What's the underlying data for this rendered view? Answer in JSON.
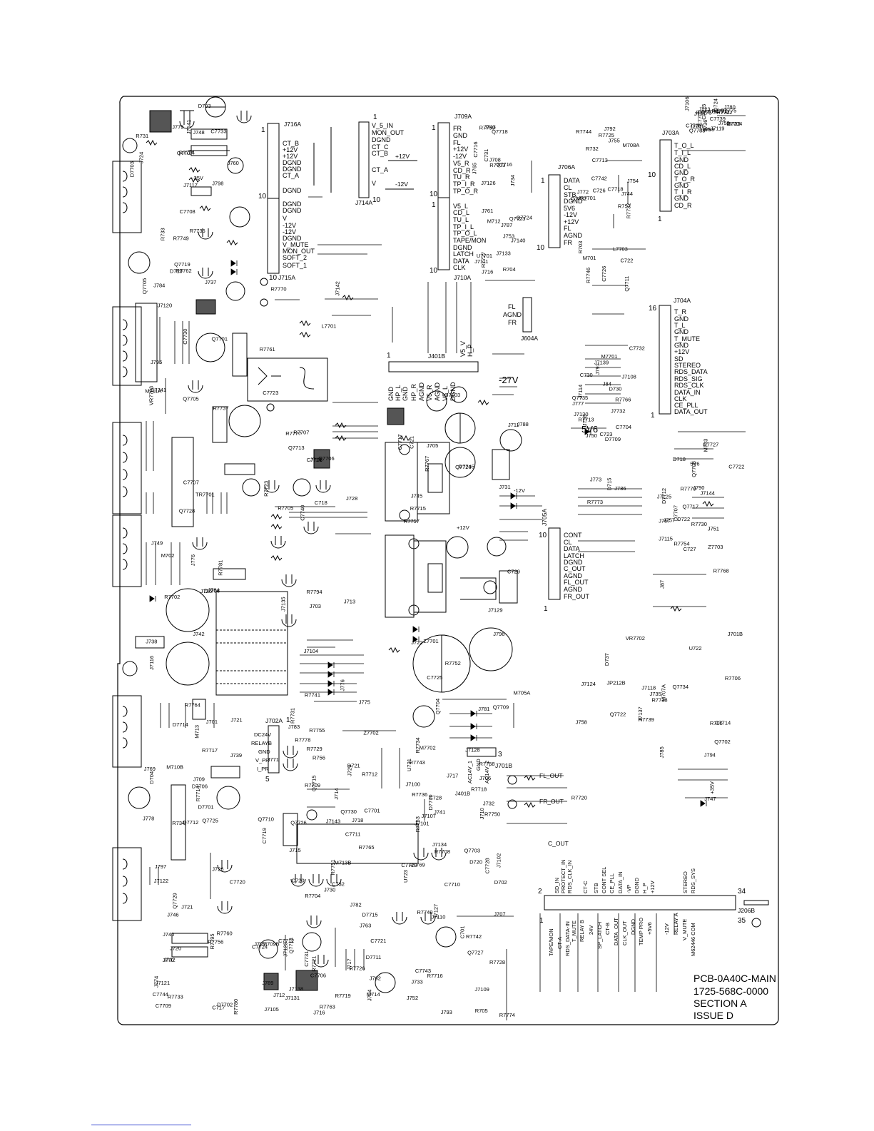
{
  "board": {
    "title_lines": [
      "PCB-0A40C-MAIN",
      "1725-568C-0000",
      "SECTION A",
      "ISSUE D"
    ]
  },
  "connectors": {
    "J716A": {
      "name": "J716A",
      "pin_first": "1",
      "pin_mid": "10",
      "pins": [
        "CT_B",
        "+12V",
        "+12V",
        "DGND",
        "DGND",
        "CT_A",
        "",
        "",
        "DGND"
      ]
    },
    "J715A": {
      "name": "J715A",
      "pin_last": "10",
      "pins": [
        "DGND",
        "DGND",
        "V",
        "-12V",
        "-12V",
        "DGND",
        "V_MUTE",
        "MON_OUT",
        "SOFT_2",
        "SOFT_1"
      ]
    },
    "J714A": {
      "name": "J714A",
      "pin_first": "1",
      "pin_last": "10",
      "pins": [
        "V_5_IN",
        "MON_OUT",
        "DGND",
        "CT_C",
        "CT_B",
        "",
        "CT_A",
        "",
        "V"
      ]
    },
    "J709A": {
      "name": "J709A",
      "pin_first": "1",
      "pin_mid": "10",
      "pins": [
        "FR",
        "GND",
        "FL",
        "+12V",
        "-12V",
        "V5_R",
        "CD_R",
        "TU_R",
        "TP_I_R",
        "TP_O_R"
      ]
    },
    "J710A": {
      "name": "J710A",
      "pin_first": "1",
      "pin_last": "10",
      "pins": [
        "V5_L",
        "CD_L",
        "TU_L",
        "TP_I_L",
        "TP_O_L",
        "TAPE/MON",
        "DGND",
        "LATCH",
        "DATA",
        "CLK"
      ]
    },
    "J706A": {
      "name": "J706A",
      "pin_first": "1",
      "pin_last": "10",
      "pins": [
        "DATA",
        "CL",
        "STB",
        "DGND",
        "5V6",
        "-12V",
        "+12V",
        "FL",
        "AGND",
        "FR"
      ]
    },
    "J703A": {
      "name": "J703A",
      "pin_first": "10",
      "pin_last": "1",
      "pins": [
        "T_O_L",
        "T_I_L",
        "GND",
        "CD_L",
        "GND",
        "T_O_R",
        "GND",
        "T_I_R",
        "GND",
        "CD_R"
      ]
    },
    "J704A": {
      "name": "J704A",
      "pin_first": "16",
      "pin_last": "1",
      "pins": [
        "T_R",
        "GND",
        "T_L",
        "GND",
        "T_MUTE",
        "GND",
        "+12V",
        "SD",
        "STEREO",
        "RDS_DATA",
        "RDS_SIG",
        "RDS_CLK",
        "DATA_IN",
        "CLK",
        "CE_PLL",
        "DATA_OUT"
      ]
    },
    "J705A": {
      "name": "J705A",
      "pin_first": "10",
      "pin_last": "1",
      "pins": [
        "CONT",
        "CL",
        "DATA",
        "LATCH",
        "DGND",
        "C_OUT",
        "AGND",
        "FL_OUT",
        "AGND",
        "FR_OUT"
      ]
    },
    "J401B": {
      "name": "J401B",
      "pin_first": "1",
      "pins": [
        "GND",
        "HP_L",
        "GND",
        "HP_R",
        "AGND",
        "V5_R",
        "AGND",
        "V5_L",
        "DGND"
      ],
      "side_labels": [
        "V5_V",
        "H_P"
      ]
    },
    "J604A": {
      "name": "J604A",
      "pins": [
        "FL",
        "AGND",
        "FR"
      ]
    },
    "J702A": {
      "name": "J702A",
      "pin_first": "1",
      "pin_last": "5",
      "pins": [
        "DC24V",
        "RELAYB",
        "GND",
        "V_PR",
        "I_PR"
      ]
    },
    "J701B": {
      "name": "J701B",
      "pin_last": "3",
      "pins": [
        "AC14V_1",
        "GND",
        "AC14V_2"
      ]
    },
    "J206B": {
      "name": "J206B",
      "pin_first": "2",
      "pin_end": "34",
      "pin_bottom_first": "1",
      "pin_bottom_end": "35",
      "top_pins": [
        "SD_IN",
        "PROTECT_IN",
        "RDS_CLK_IN",
        "CT-C",
        "STB",
        "CONT SEL",
        "CE_PLL",
        "DATA_IN",
        "-VP",
        "DGND",
        "H_P",
        "+12V",
        "STEREO",
        "RDS_SYS"
      ],
      "bottom_pins": [
        "TAPE/MON",
        "CT-A",
        "RDS_DATA-IN",
        "T_MUTE",
        "RELAY B",
        "24V",
        "SP_LATCH",
        "CT-B",
        "DATA_OUT",
        "CLK_OUT",
        "DGND",
        "TEMP PRO",
        "+5V6",
        "-12V",
        "RELAY A",
        "V_MUTE",
        "M62446 COM"
      ]
    }
  },
  "component_labels": [
    "C7708",
    "VR7703",
    "Q7712",
    "C7709",
    "Q7706",
    "Q7726",
    "R7751",
    "R7745",
    "R7758",
    "R7742",
    "R7759",
    "Q7711",
    "R7713",
    "C7722",
    "R7739",
    "R7722",
    "Q7705",
    "Q7705",
    "D7706",
    "R7733",
    "R7707",
    "C7719",
    "J7131",
    "Q7720",
    "R7718",
    "R7728",
    "C7716",
    "R7725",
    "J7130",
    "Z7703",
    "R7706",
    "C7715",
    "Q7719",
    "C7707",
    "M710B",
    "M709B",
    "J7135",
    "R7765",
    "M714",
    "J7129",
    "J7128",
    "J7127",
    "J7126",
    "L7703",
    "R7773",
    "J7125",
    "M707A",
    "Q7733",
    "R7762",
    "TR7701",
    "J7122",
    "J7123",
    "R7761",
    "Q7730",
    "R7719",
    "C7725",
    "R7734",
    "R7769",
    "J7133",
    "M708A",
    "M7701",
    "D7707",
    "J7124",
    "R7776",
    "C7733",
    "J7120",
    "M713",
    "R7756",
    "C7705",
    "Q7710",
    "C7706",
    "Q7704",
    "R7750",
    "J7110",
    "J7111",
    "R7744",
    "J7114",
    "J7115",
    "J7118",
    "J7119",
    "J7117",
    "J7116",
    "Q7725",
    "J7138",
    "R7741",
    "R7712",
    "R7721",
    "Q7709",
    "Q7703",
    "J7109",
    "Q7718",
    "R7732",
    "J7732",
    "R7768",
    "R7738",
    "D7704",
    "D7703",
    "R7764",
    "R7717",
    "C7724",
    "R7705",
    "R7731",
    "C7721",
    "R7757",
    "J7107",
    "R7716",
    "R7727",
    "C7718",
    "J7108",
    "Q7717",
    "C7714",
    "J7106",
    "R7724",
    "Q7728",
    "D7714",
    "C7744",
    "C7740",
    "Z7702",
    "R7704",
    "J7103",
    "J7101",
    "J7102",
    "Q7716",
    "C7713",
    "C7704",
    "R7754",
    "+35V",
    "J799",
    "J798",
    "C7741",
    "J797",
    "R7780",
    "R7777",
    "R7778",
    "D7711",
    "J796",
    "D7710",
    "C7743",
    "Q7724",
    "C7742",
    "D7709",
    "D7712",
    "J794",
    "C7739",
    "-35V",
    "J795",
    "Q7729",
    "J7105",
    "J7104",
    "R7755",
    "D7715",
    "R7767",
    "J7100",
    "J793",
    "Q7723",
    "J792",
    "J791",
    "J790",
    "Q7722",
    "R7771",
    "R7735",
    "C7730",
    "J778",
    "R7760",
    "L7701",
    "J771",
    "C7731",
    "M705A",
    "M7702",
    "R7774",
    "J7140",
    "C7726",
    "Q7735",
    "C7727",
    "Q7734",
    "J766",
    "J7141",
    "D7708",
    "J769",
    "J770",
    "C7723",
    "Q7715",
    "R7763",
    "R7715",
    "R7743",
    "R7740",
    "J765",
    "J772",
    "J773",
    "R7730",
    "Q7702",
    "C7702",
    "Q7707",
    "R7737",
    "D7701",
    "D7702",
    "R7723",
    "R7729",
    "R7726",
    "Z7701",
    "R7736",
    "C7728",
    "R7703",
    "Q7732",
    "R7766",
    "J767",
    "J7137",
    "C7703",
    "R7749",
    "Q7701",
    "C7720",
    "Q7714",
    "Q7713",
    "C7701",
    "J763",
    "R7752",
    "R7753",
    "Q7727",
    "M712",
    "VR7701",
    "J7139",
    "Q7708",
    "R7720",
    "R7711",
    "J784",
    "R7702",
    "R7714",
    "C7712",
    "R7770",
    "C7711",
    "M713B",
    "C7717",
    "R7708",
    "C7729",
    "J761",
    "J755",
    "J756",
    "J757",
    "J758",
    "J759",
    "J760",
    "R7781",
    "J701",
    "J702",
    "J703",
    "J7143",
    "J704",
    "J705",
    "J706",
    "J707",
    "J708",
    "R7746",
    "C7732",
    "R7779",
    "J747",
    "R7775",
    "R733",
    "J742",
    "J709",
    "J712",
    "J713",
    "J714",
    "J789",
    "J788",
    "J401B",
    "C7710",
    "C731",
    "R732",
    "C730",
    "D722",
    "VR7702",
    "Q724",
    "R731",
    "J749",
    "R734",
    "J7121",
    "J776",
    "R7709",
    "C732",
    "C729",
    "C728",
    "U723",
    "J787",
    "M701",
    "J786",
    "C727",
    "J785",
    "D723",
    "D719",
    "J784",
    "J721",
    "J774",
    "J775",
    "J783",
    "J782",
    "J781",
    "U721",
    "D702",
    "U7701",
    "C722",
    "C723",
    "M703",
    "U722",
    "D701",
    "D703",
    "M702",
    "D704",
    "C717",
    "C718",
    "D721",
    "C720",
    "C721",
    "J717",
    "D720",
    "J716",
    "C726",
    "D715",
    "D718",
    "J701B",
    "J780",
    "J779",
    "J776",
    "J721",
    "J720",
    "J719",
    "J718",
    "J717",
    "J722",
    "J7134",
    "R705",
    "R704",
    "R703",
    "J777",
    "J7144",
    "R706",
    "J723",
    "J724",
    "J725",
    "J726",
    "J727",
    "J728",
    "J729",
    "J730",
    "J731",
    "J732",
    "J733",
    "J734",
    "J744",
    "D730",
    "5V6",
    "J735",
    "J736",
    "J737",
    "J738",
    "J739",
    "J740",
    "J7142",
    "R756",
    "J762",
    "J745",
    "J741",
    "C701",
    "J743",
    "R757",
    "J750",
    "J751",
    "D737",
    "M709A",
    "J748",
    "M711A",
    "J746",
    "R7795",
    "R7794",
    "J715",
    "J716",
    "J711",
    "J710",
    "J752",
    "J753",
    "J754",
    "J84",
    "J87",
    "JP212B",
    "J771"
  ],
  "net_labels": {
    "minus27": "-27V",
    "minus12": "-12V",
    "plus12": "+12V",
    "fl_out": "FL_OUT",
    "fr_out": "FR_OUT",
    "c_out": "C_OUT",
    "fiveV6": "5V6",
    "plus12_j714": "+12V",
    "minus12_j714": "-12V"
  }
}
